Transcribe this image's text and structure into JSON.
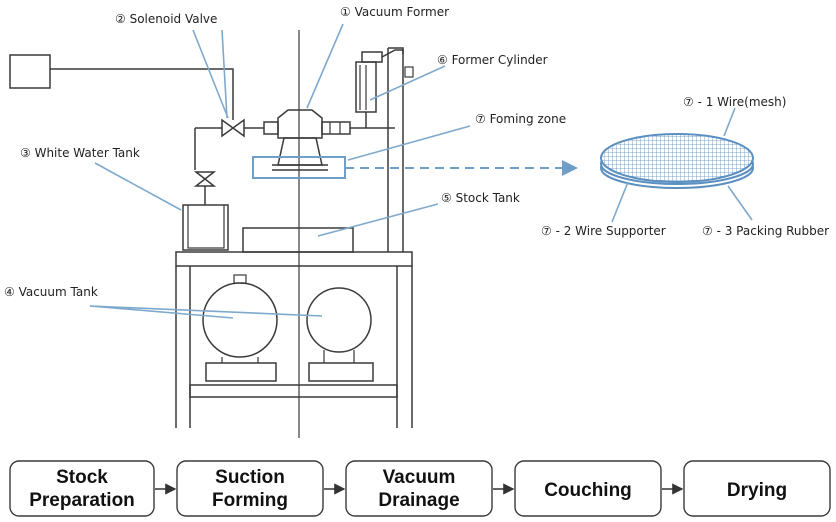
{
  "labels": {
    "vacuum_former": "① Vacuum Former",
    "solenoid_valve": "② Solenoid Valve",
    "white_water_tank": "③ White Water Tank",
    "vacuum_tank": "④ Vacuum Tank",
    "stock_tank": "⑤ Stock Tank",
    "former_cylinder": "⑥ Former Cylinder",
    "forming_zone": "⑦ Foming zone",
    "wire_mesh": "⑦ - 1 Wire(mesh)",
    "wire_supporter": "⑦ - 2 Wire Supporter",
    "packing_rubber": "⑦ - 3 Packing Rubber"
  },
  "process_steps": [
    {
      "line1": "Stock",
      "line2": "Preparation"
    },
    {
      "line1": "Suction",
      "line2": "Forming"
    },
    {
      "line1": "Vacuum",
      "line2": "Drainage"
    },
    {
      "line1": "Couching",
      "line2": ""
    },
    {
      "line1": "Drying",
      "line2": ""
    }
  ],
  "colors": {
    "line": "#3a3a3a",
    "pointer": "#7fa9cc",
    "zone_box": "#6f9ec6",
    "mesh": "#5b8fc0"
  }
}
